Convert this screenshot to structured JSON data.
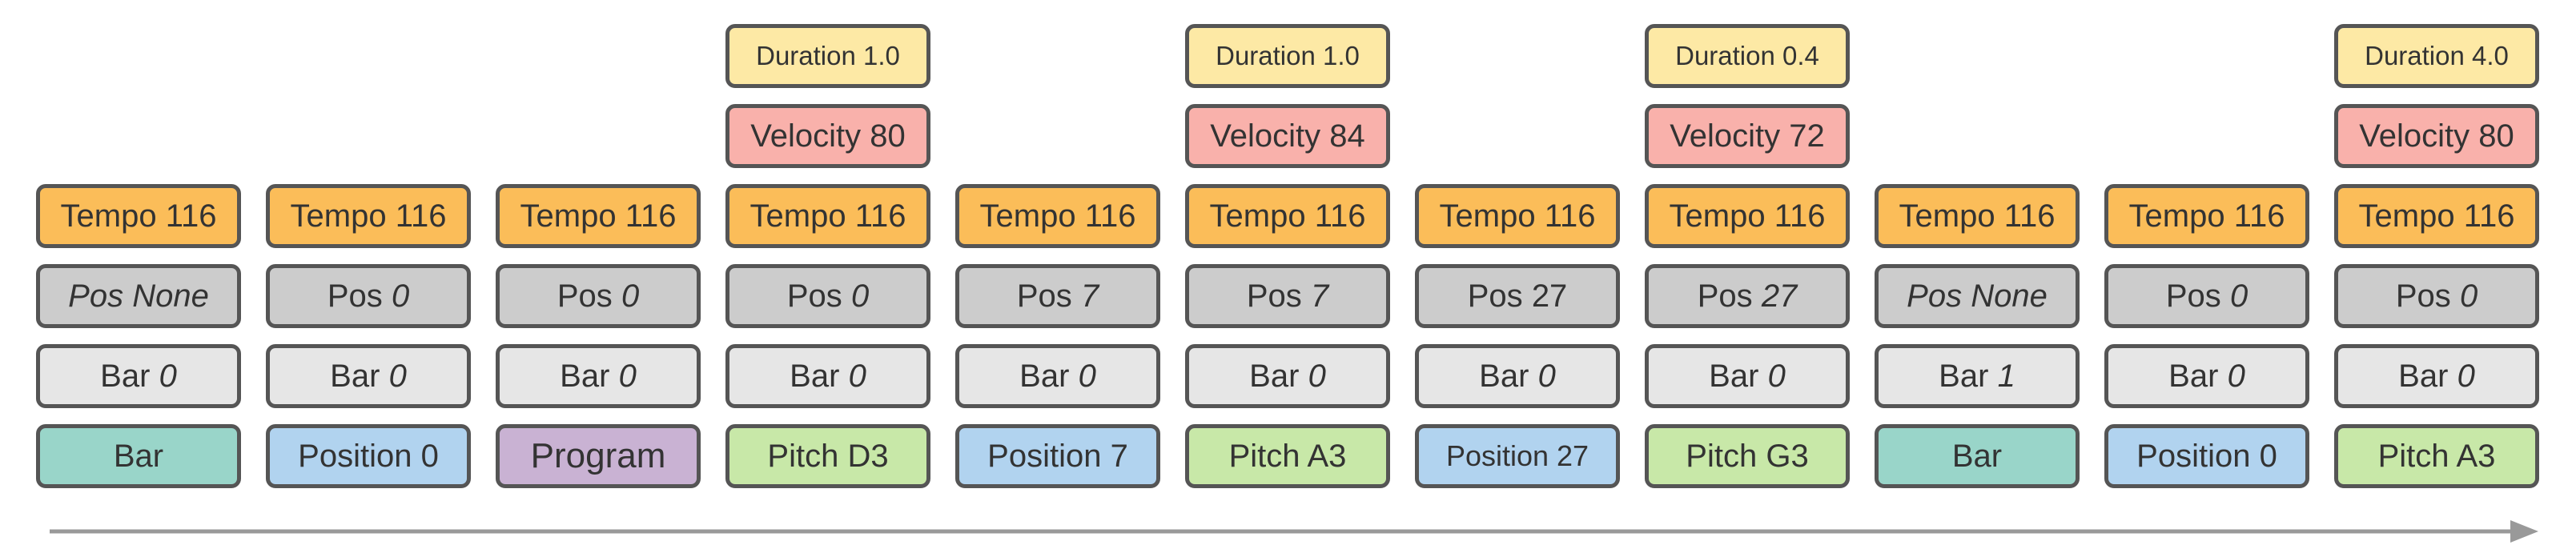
{
  "colors": {
    "duration": "#fde9a5",
    "velocity": "#f9b1ab",
    "tempo": "#fbbd59",
    "position_row": "#cccccc",
    "bar_row": "#e6e6e6",
    "event_bar": "#99d5c9",
    "event_position": "#b1d3ef",
    "event_program": "#c9b2d3",
    "event_pitch": "#c8e8a8",
    "border": "#555555",
    "arrow": "#999999"
  },
  "tokens": [
    {
      "tempo": "Tempo 116",
      "pos_label": "Pos None",
      "pos_value": "",
      "pos_all_italic": true,
      "bar_label": "Bar",
      "bar_value": "0",
      "event": "Bar",
      "event_type": "bar"
    },
    {
      "tempo": "Tempo 116",
      "pos_label": "Pos",
      "pos_value": "0",
      "bar_label": "Bar",
      "bar_value": "0",
      "event": "Position 0",
      "event_type": "position"
    },
    {
      "tempo": "Tempo 116",
      "pos_label": "Pos",
      "pos_value": "0",
      "bar_label": "Bar",
      "bar_value": "0",
      "event": "Program",
      "event_type": "program"
    },
    {
      "duration": "Duration 1.0",
      "velocity": "Velocity 80",
      "tempo": "Tempo 116",
      "pos_label": "Pos",
      "pos_value": "0",
      "bar_label": "Bar",
      "bar_value": "0",
      "event": "Pitch D3",
      "event_type": "pitch"
    },
    {
      "tempo": "Tempo 116",
      "pos_label": "Pos",
      "pos_value": "7",
      "bar_label": "Bar",
      "bar_value": "0",
      "event": "Position 7",
      "event_type": "position"
    },
    {
      "duration": "Duration 1.0",
      "velocity": "Velocity 84",
      "tempo": "Tempo 116",
      "pos_label": "Pos",
      "pos_value": "7",
      "bar_label": "Bar",
      "bar_value": "0",
      "event": "Pitch A3",
      "event_type": "pitch"
    },
    {
      "tempo": "Tempo 116",
      "pos_label": "Pos",
      "pos_value": "27",
      "pos_value_italic": false,
      "bar_label": "Bar",
      "bar_value": "0",
      "event": "Position 27",
      "event_type": "position",
      "small": true
    },
    {
      "duration": "Duration 0.4",
      "velocity": "Velocity 72",
      "tempo": "Tempo 116",
      "pos_label": "Pos",
      "pos_value": "27",
      "bar_label": "Bar",
      "bar_value": "0",
      "event": "Pitch G3",
      "event_type": "pitch"
    },
    {
      "tempo": "Tempo 116",
      "pos_label": "Pos None",
      "pos_value": "",
      "pos_all_italic": true,
      "bar_label": "Bar",
      "bar_value": "1",
      "event": "Bar",
      "event_type": "bar"
    },
    {
      "tempo": "Tempo 116",
      "pos_label": "Pos",
      "pos_value": "0",
      "bar_label": "Bar",
      "bar_value": "0",
      "event": "Position 0",
      "event_type": "position"
    },
    {
      "duration": "Duration 4.0",
      "velocity": "Velocity 80",
      "tempo": "Tempo 116",
      "pos_label": "Pos",
      "pos_value": "0",
      "bar_label": "Bar",
      "bar_value": "0",
      "event": "Pitch A3",
      "event_type": "pitch"
    }
  ]
}
